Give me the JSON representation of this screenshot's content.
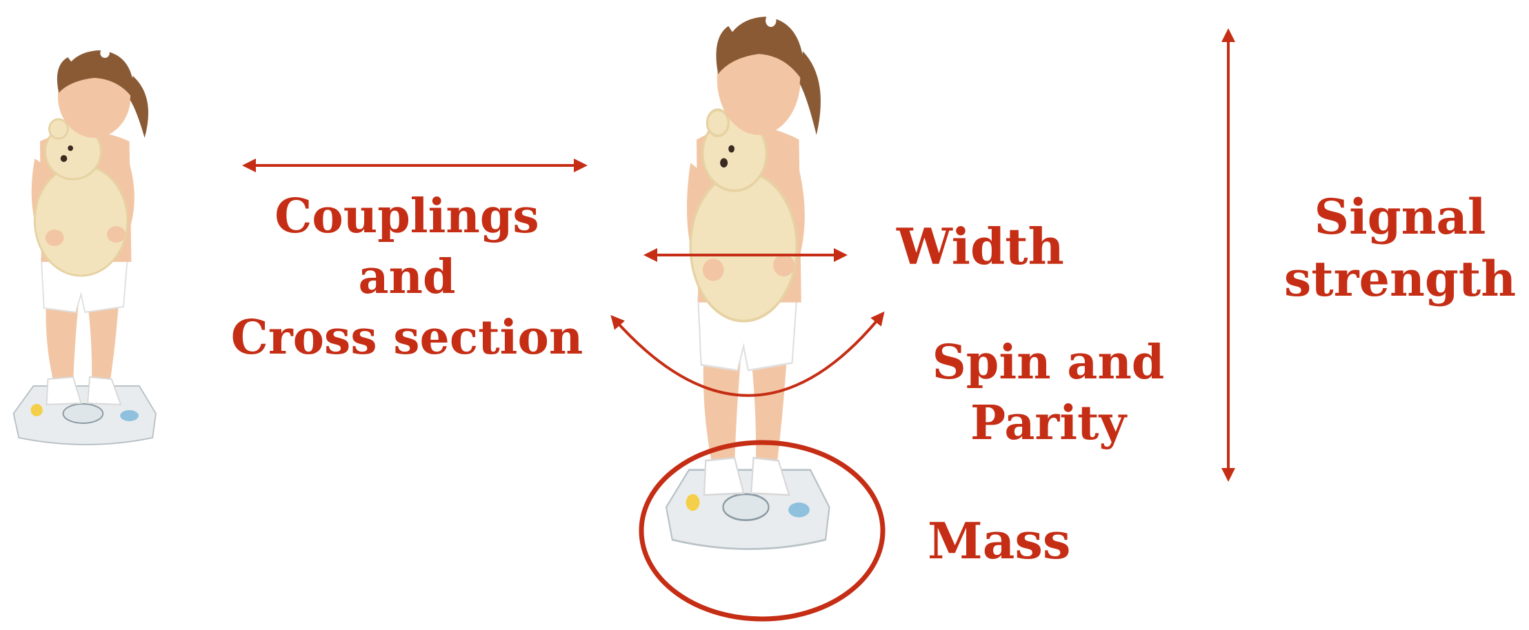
{
  "labels": {
    "couplings": [
      "Couplings",
      "and",
      "Cross section"
    ],
    "width": "Width",
    "spin": [
      "Spin and",
      "Parity"
    ],
    "mass": "Mass",
    "signal": [
      "Signal",
      "strength"
    ]
  },
  "colors": {
    "accent": "#c52d14",
    "skin": "#f2c6a4",
    "hair": "#8a5a34",
    "teddy": "#f3e3bd",
    "clothing": "#ffffff",
    "scale": "#e9ecee"
  },
  "figures": [
    "girl-small",
    "girl-large"
  ]
}
